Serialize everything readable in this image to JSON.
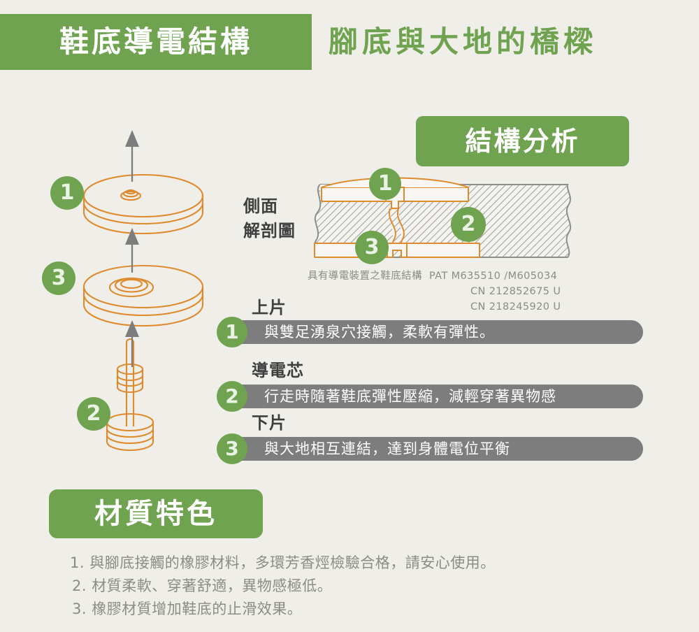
{
  "header": {
    "title_chip": "鞋底導電結構",
    "subtitle": "腳底與大地的橋樑"
  },
  "colors": {
    "green": "#6fa350",
    "background": "#efeee9",
    "bar_gray": "#7d7d7d",
    "outline_orange": "#e08a2e",
    "body_text": "#8c8c86",
    "heading_text": "#3f3f3f"
  },
  "exploded_diagram": {
    "caption": "exploded-assembly-diagram",
    "parts": [
      {
        "number": "1",
        "name": "upper-disc"
      },
      {
        "number": "3",
        "name": "lower-disc"
      },
      {
        "number": "2",
        "name": "conductive-pin"
      }
    ]
  },
  "analysis": {
    "chip_label": "結構分析",
    "side_view_label": "側面\n解剖圖",
    "side_view_line1": "側面",
    "side_view_line2": "解剖圖",
    "cross_section_callouts": [
      {
        "number": "1",
        "name": "top-piece"
      },
      {
        "number": "2",
        "name": "conductive-core"
      },
      {
        "number": "3",
        "name": "bottom-piece"
      }
    ],
    "patent": {
      "name": "具有導電裝置之鞋底結構",
      "line1": "PAT  M635510 /M605034",
      "line2": "CN  212852675  U",
      "line3": "CN  218245920  U"
    }
  },
  "features": [
    {
      "number": "1",
      "title": "上片",
      "text": "與雙足湧泉穴接觸，柔軟有彈性。"
    },
    {
      "number": "2",
      "title": "導電芯",
      "text": "行走時隨著鞋底彈性壓縮，減輕穿著異物感"
    },
    {
      "number": "3",
      "title": "下片",
      "text": "與大地相互連結，達到身體電位平衡"
    }
  ],
  "material": {
    "chip_label": "材質特色",
    "items": [
      "1. 與腳底接觸的橡膠材料，多環芳香烴檢驗合格，請安心使用。",
      "2. 材質柔軟、穿著舒適，異物感極低。",
      "3. 橡膠材質增加鞋底的止滑效果。"
    ]
  }
}
